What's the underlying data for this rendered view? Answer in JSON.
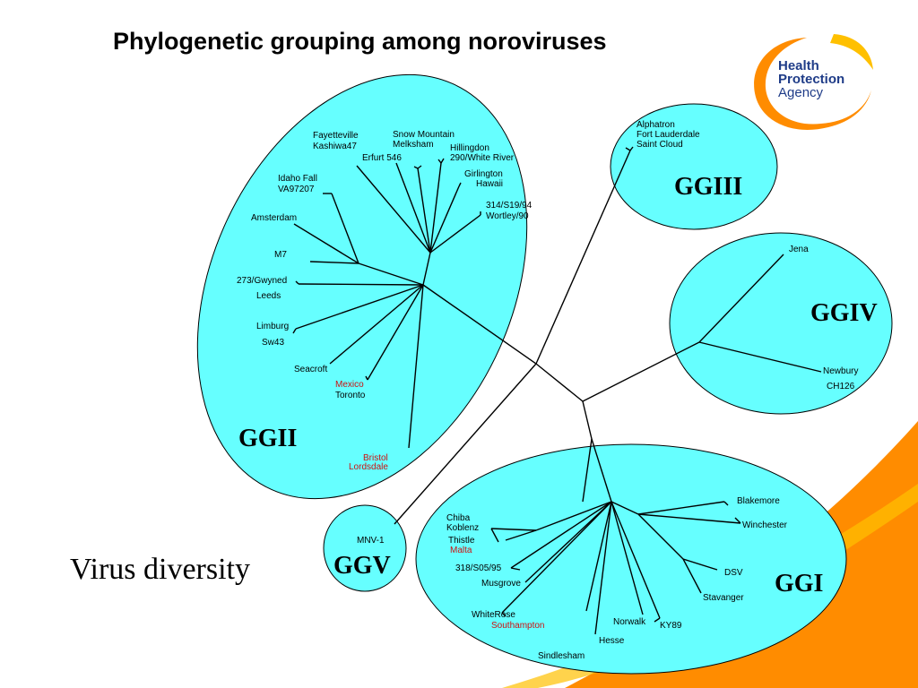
{
  "title": "Phylogenetic grouping among noroviruses",
  "logo": {
    "line1": "Health",
    "line2": "Protection",
    "line3": "Agency"
  },
  "caption": "Virus diversity",
  "groups": {
    "ggii": "GGII",
    "ggiii": "GGIII",
    "ggiv": "GGIV",
    "ggv": "GGV",
    "ggi": "GGI"
  },
  "strains": {
    "ggii": {
      "fayetteville": "Fayetteville",
      "kashiwa47": "Kashiwa47",
      "snow_mountain": "Snow Mountain",
      "melksham": "Melksham",
      "erfurt_546": "Erfurt 546",
      "hillingdon": "Hillingdon",
      "white_river": "290/White River",
      "girlington": "Girlington",
      "hawaii": "Hawaii",
      "idaho_fall": "Idaho Fall",
      "va97207": "VA97207",
      "s314": "314/S19/94",
      "wortley": "Wortley/90",
      "amsterdam": "Amsterdam",
      "m7": "M7",
      "gwyned": "273/Gwyned",
      "leeds": "Leeds",
      "limburg": "Limburg",
      "sw43": "Sw43",
      "seacroft": "Seacroft",
      "mexico": "Mexico",
      "toronto": "Toronto",
      "bristol": "Bristol",
      "lordsdale": "Lordsdale"
    },
    "ggiii": {
      "alphatron": "Alphatron",
      "fort_lauderdale": "Fort Lauderdale",
      "saint_cloud": "Saint Cloud"
    },
    "ggiv": {
      "jena": "Jena",
      "newbury": "Newbury",
      "ch126": "CH126"
    },
    "ggv": {
      "mnv1": "MNV-1"
    },
    "ggi": {
      "blakemore": "Blakemore",
      "winchester": "Winchester",
      "chiba": "Chiba",
      "koblenz": "Koblenz",
      "thistle": "Thistle",
      "malta": "Malta",
      "s318": "318/S05/95",
      "musgrove": "Musgrove",
      "dsv": "DSV",
      "stavanger": "Stavanger",
      "whiterose": "WhiteRose",
      "southampton": "Southampton",
      "norwalk": "Norwalk",
      "ky89": "KY89",
      "hesse": "Hesse",
      "sindlesham": "Sindlesham"
    }
  },
  "colors": {
    "cluster_fill": "#66ffff",
    "branch": "#000000",
    "highlight_text": "#cc1111",
    "accent_orange": "#ff8c00",
    "logo_text": "#1f3c88"
  }
}
